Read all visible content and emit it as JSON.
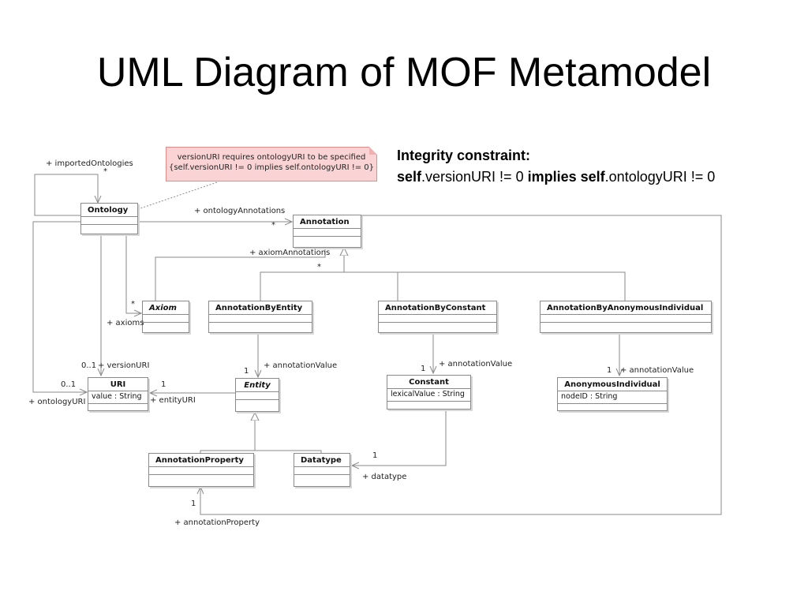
{
  "title": "UML Diagram of MOF Metamodel",
  "constraint": {
    "heading": "Integrity constraint:",
    "kw_self1": "self",
    "part1": ".versionURI != 0 ",
    "kw_implies": "implies",
    "kw_self2": "self",
    "part2": ".ontologyURI != 0"
  },
  "note": {
    "line1": "versionURI requires ontologyURI to be specified",
    "line2": "{self.versionURI != 0 implies self.ontologyURI != 0}"
  },
  "classes": {
    "ontology": "Ontology",
    "annotation": "Annotation",
    "axiom": "Axiom",
    "annotation_by_entity": "AnnotationByEntity",
    "annotation_by_constant": "AnnotationByConstant",
    "annotation_by_anon": "AnnotationByAnonymousIndividual",
    "uri": "URI",
    "uri_attr": "value : String",
    "entity": "Entity",
    "constant": "Constant",
    "constant_attr": "lexicalValue : String",
    "anon_individual": "AnonymousIndividual",
    "anon_attr": "nodeID : String",
    "annotation_property": "AnnotationProperty",
    "datatype": "Datatype"
  },
  "labels": {
    "imported_ontologies": "+ importedOntologies",
    "imported_mult": "*",
    "ontology_annotations": "+ ontologyAnnotations",
    "ontology_annotations_mult": "*",
    "axiom_annotations": "+ axiomAnnotations",
    "axiom_annotations_mult": "*",
    "axioms_mult": "*",
    "axioms": "+ axioms",
    "version_uri_mult": "0..1",
    "version_uri": "+ versionURI",
    "ontology_uri_mult": "0..1",
    "ontology_uri": "+ ontologyURI",
    "entity_uri_mult": "1",
    "entity_uri": "+ entityURI",
    "entity_value_mult": "1",
    "entity_value": "+ annotationValue",
    "constant_value_mult": "1",
    "constant_value": "+ annotationValue",
    "anon_value_mult": "1",
    "anon_value": "+ annotationValue",
    "datatype_mult": "1",
    "datatype": "+ datatype",
    "annotation_property_mult": "1",
    "annotation_property": "+ annotationProperty"
  }
}
